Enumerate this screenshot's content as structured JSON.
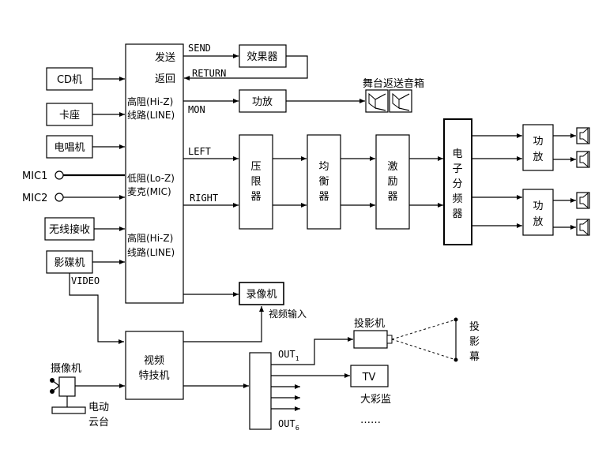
{
  "sources": {
    "cd": "CD机",
    "cassette": "卡座",
    "turntable": "电唱机",
    "mic1": "MIC1",
    "mic2": "MIC2",
    "wireless": "无线接收",
    "vcd": "影碟机",
    "video_label": "VIDEO",
    "camera": "摄像机",
    "pan_tilt_line1": "电动",
    "pan_tilt_line2": "云台"
  },
  "mixer": {
    "send": "发送",
    "return": "返回",
    "hiz1_line1": "高阻(Hi-Z)",
    "hiz1_line2": "线路(LINE)",
    "loz_line1": "低阻(Lo-Z)",
    "loz_line2": "麦克(MIC)",
    "hiz2_line1": "高阻(Hi-Z)",
    "hiz2_line2": "线路(LINE)"
  },
  "signals": {
    "send": "SEND",
    "return": "RETURN",
    "mon": "MON",
    "left": "LEFT",
    "right": "RIGHT"
  },
  "processors": {
    "effects": "效果器",
    "monitor_amp": "功放",
    "stage_monitor": "舞台返送音箱",
    "compressor": [
      "压",
      "限",
      "器"
    ],
    "equalizer": [
      "均",
      "衡",
      "器"
    ],
    "exciter": [
      "激",
      "励",
      "器"
    ],
    "crossover": [
      "电",
      "子",
      "分",
      "频",
      "器"
    ],
    "amp1": [
      "功",
      "放"
    ],
    "amp2": [
      "功",
      "放"
    ]
  },
  "video": {
    "vcr": "录像机",
    "video_input": "视频输入",
    "switcher_line1": "视频",
    "switcher_line2": "特技机",
    "out1": "OUT",
    "out1_sub": "1",
    "out6": "OUT",
    "out6_sub": "6",
    "projector": "投影机",
    "screen": [
      "投",
      "影",
      "幕"
    ],
    "tv": "TV",
    "big_monitor": "大彩监",
    "ellipsis": "……"
  }
}
